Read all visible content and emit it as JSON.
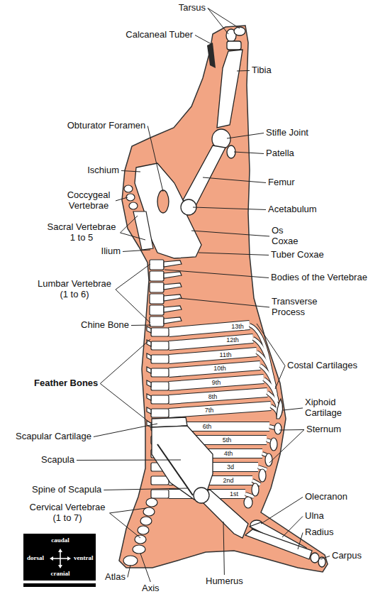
{
  "diagram": {
    "labels": [
      "Tarsus",
      "Calcaneal Tuber",
      "Tibia",
      "Obturator Foramen",
      "Stifle Joint",
      "Patella",
      "Ischium",
      "Femur",
      "Coccygeal Vertebrae",
      "Acetabulum",
      "Sacral Vertebrae 1 to 5",
      "Os Coxae",
      "Ilium",
      "Tuber Coxae",
      "Lumbar Vertebrae (1 to 6)",
      "Bodies of the Vertebrae",
      "Transverse Process",
      "Chine Bone",
      "13th",
      "12th",
      "11th",
      "10th",
      "9th",
      "8th",
      "7th",
      "6th",
      "5th",
      "4th",
      "3d",
      "2nd",
      "1st",
      "Costal Cartilages",
      "Feather Bones",
      "Xiphoid Cartilage",
      "Sternum",
      "Scapular Cartilage",
      "Scapula",
      "Olecranon",
      "Spine of Scapula",
      "Ulna",
      "Cervical Vertebrae (1 to 7)",
      "Radius",
      "Carpus",
      "caudal",
      "dorsal",
      "ventral",
      "cranial",
      "Atlas",
      "Axis",
      "Humerus"
    ]
  }
}
